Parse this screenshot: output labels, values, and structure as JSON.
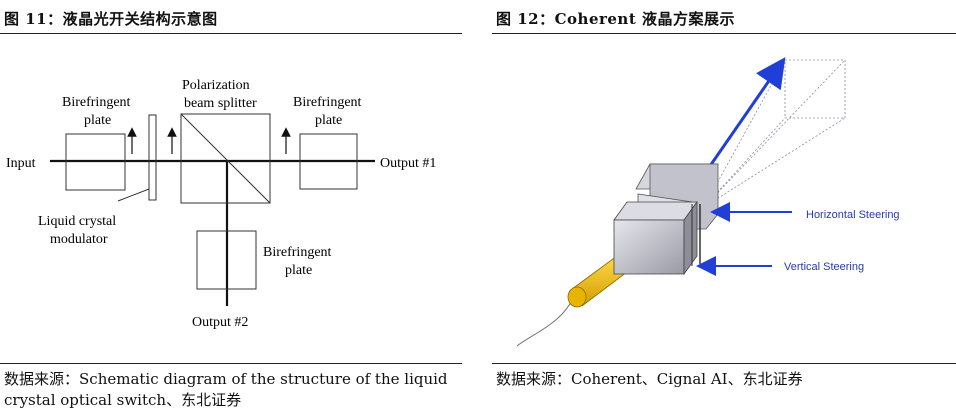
{
  "left_figure": {
    "title": "图 11：液晶光开关结构示意图",
    "labels": {
      "input": "Input",
      "output1": "Output #1",
      "output2": "Output #2",
      "pbs_line1": "Polarization",
      "pbs_line2": "beam splitter",
      "bire1_line1": "Birefringent",
      "bire1_line2": "plate",
      "bire2_line1": "Birefringent",
      "bire2_line2": "plate",
      "bire3_line1": "Birefringent",
      "bire3_line2": "plate",
      "lcm_line1": "Liquid crystal",
      "lcm_line2": "modulator"
    },
    "source_label": "数据来源：",
    "source_text": "Schematic diagram of the structure of the liquid crystal optical switch、东北证券"
  },
  "right_figure": {
    "title": "图 12：Coherent 液晶方案展示",
    "labels": {
      "horizontal": "Horizontal Steering",
      "vertical": "Vertical Steering"
    },
    "colors": {
      "arrow": "#1f3fd6",
      "cable": "#e8b400",
      "label": "#2a3aa8"
    },
    "source_label": "数据来源：",
    "source_text": "Coherent、Cignal AI、东北证券"
  }
}
